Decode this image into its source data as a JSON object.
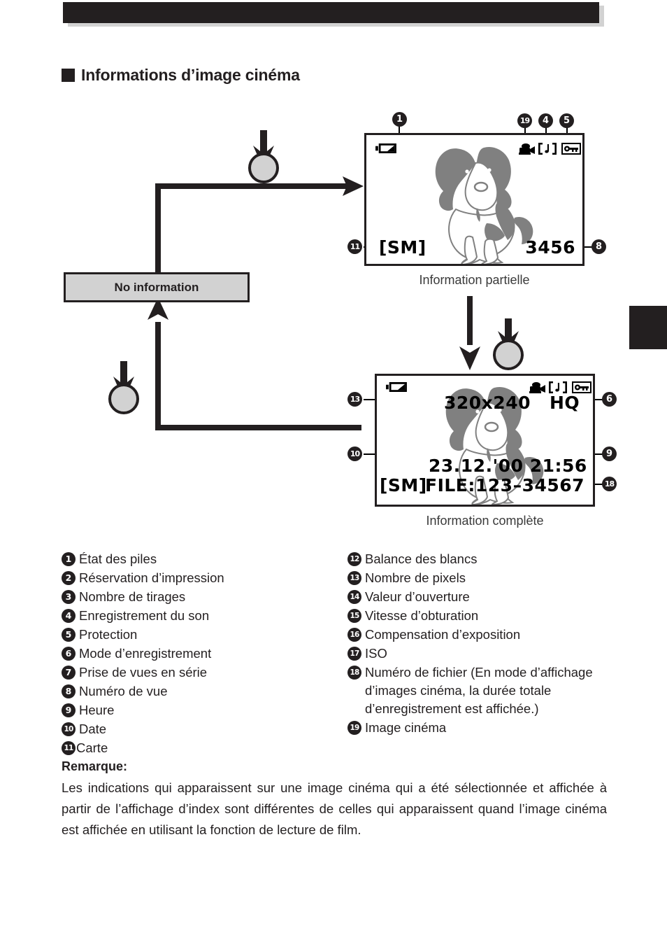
{
  "page": {
    "section_heading": "Informations d’image cinéma",
    "bullet_icon": "filled-square-bullet"
  },
  "diagram": {
    "no_information_label": "No information",
    "button_press_icon": "display-button-press-icon",
    "arrow_icon": "flow-arrow-icon",
    "screens": [
      {
        "id": "partial",
        "caption": "Information partielle",
        "osd": {
          "battery_icon": "battery-level-icon",
          "movie_icon": "movie-image-icon",
          "sound_icon": "sound-record-icon",
          "protect_icon": "protection-key-icon",
          "card_label": "[SM]",
          "frame_number": "3456"
        },
        "callouts": [
          {
            "n": "1",
            "target": "battery-state"
          },
          {
            "n": "19",
            "target": "movie-image"
          },
          {
            "n": "4",
            "target": "sound-record"
          },
          {
            "n": "5",
            "target": "protection"
          },
          {
            "n": "11",
            "target": "card"
          },
          {
            "n": "8",
            "target": "frame-number"
          }
        ]
      },
      {
        "id": "complete",
        "caption": "Information complète",
        "osd": {
          "battery_icon": "battery-level-icon",
          "movie_icon": "movie-image-icon",
          "sound_icon": "sound-record-icon",
          "protect_icon": "protection-key-icon",
          "pixels": "320x240",
          "record_mode": "HQ",
          "date_time": "23.12.'00 21:56",
          "card_label": "[SM]",
          "file_label": "FILE:123–34567"
        },
        "callouts": [
          {
            "n": "13",
            "target": "pixel-count"
          },
          {
            "n": "6",
            "target": "record-mode"
          },
          {
            "n": "10",
            "target": "date"
          },
          {
            "n": "9",
            "target": "time"
          },
          {
            "n": "18",
            "target": "file-number"
          }
        ]
      }
    ]
  },
  "legend": {
    "left": [
      {
        "n": "1",
        "label": "État des piles"
      },
      {
        "n": "2",
        "label": "Réservation d’impression"
      },
      {
        "n": "3",
        "label": "Nombre de tirages"
      },
      {
        "n": "4",
        "label": "Enregistrement du son"
      },
      {
        "n": "5",
        "label": "Protection"
      },
      {
        "n": "6",
        "label": "Mode d’enregistrement"
      },
      {
        "n": "7",
        "label": "Prise de vues en série"
      },
      {
        "n": "8",
        "label": "Numéro de vue"
      },
      {
        "n": "9",
        "label": "Heure"
      },
      {
        "n": "10",
        "label": "Date"
      },
      {
        "n": "11",
        "label": "Carte"
      }
    ],
    "right": [
      {
        "n": "12",
        "label": "Balance des blancs"
      },
      {
        "n": "13",
        "label": "Nombre de pixels"
      },
      {
        "n": "14",
        "label": "Valeur d’ouverture"
      },
      {
        "n": "15",
        "label": "Vitesse d’obturation"
      },
      {
        "n": "16",
        "label": "Compensation d’exposition"
      },
      {
        "n": "17",
        "label": "ISO"
      },
      {
        "n": "18",
        "label": "Numéro de fichier (En mode d’affichage d’images cinéma, la durée totale d’enregistrement est affichée.)"
      },
      {
        "n": "19",
        "label": "Image cinéma"
      }
    ]
  },
  "remark": {
    "title": "Remarque:",
    "body": "Les indications qui apparaissent sur une image cinéma qui a été sélectionnée et affichée à partir de l’affichage d’index sont différentes de celles qui apparaissent quand l’image cinéma est affichée en utilisant la fonction de lecture de film."
  },
  "colors": {
    "ink": "#231f20",
    "gray_fill": "#d2d2d2",
    "dog_gray": "#808080"
  }
}
